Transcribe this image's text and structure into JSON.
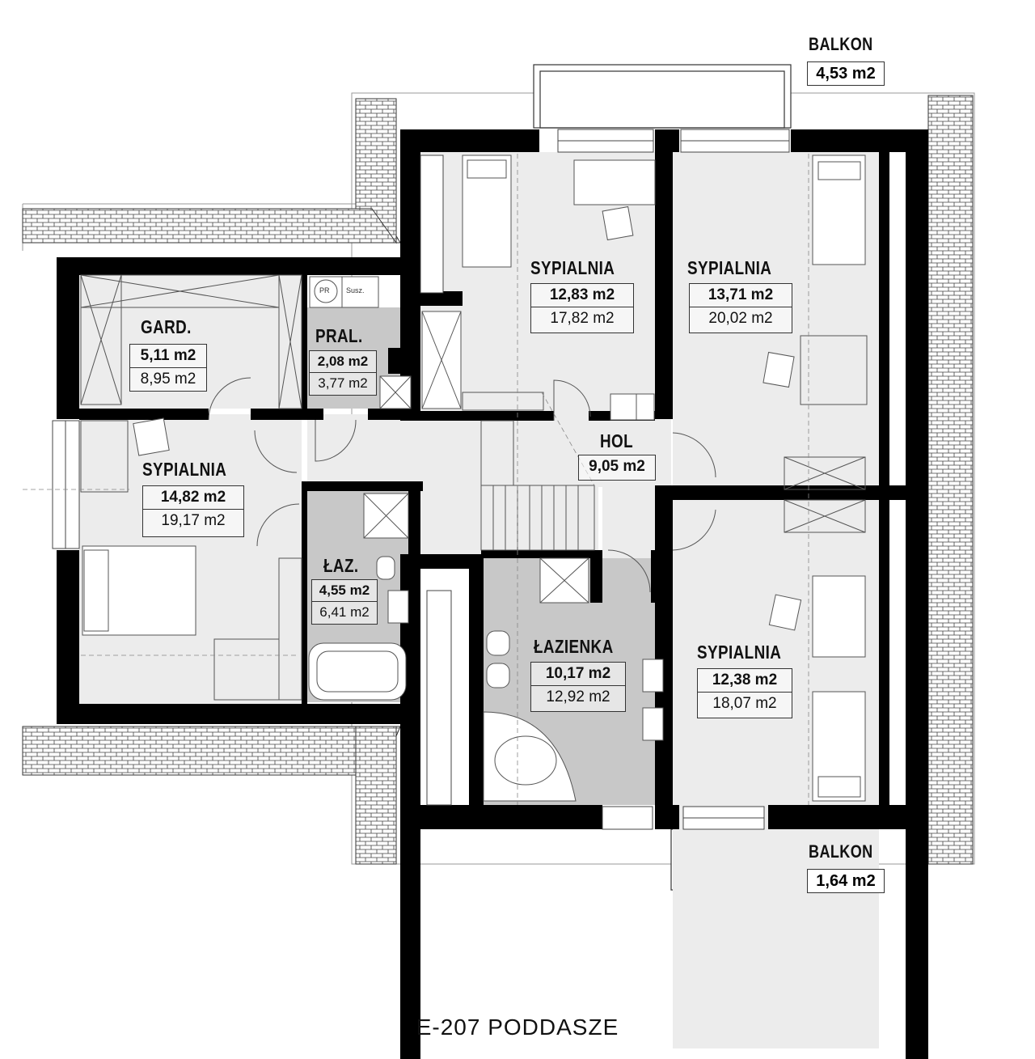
{
  "title": "E-207 PODDASZE",
  "rooms": {
    "gard": {
      "name": "GARD.",
      "net": "5,11 m2",
      "gross": "8,95 m2"
    },
    "pral": {
      "name": "PRAL.",
      "net": "2,08 m2",
      "gross": "3,77 m2"
    },
    "syp_tl": {
      "name": "SYPIALNIA",
      "net": "12,83 m2",
      "gross": "17,82 m2"
    },
    "syp_tr": {
      "name": "SYPIALNIA",
      "net": "13,71 m2",
      "gross": "20,02 m2"
    },
    "syp_l": {
      "name": "SYPIALNIA",
      "net": "14,82 m2",
      "gross": "19,17 m2"
    },
    "hol": {
      "name": "HOL",
      "net": "9,05 m2"
    },
    "laz": {
      "name": "ŁAZ.",
      "net": "4,55 m2",
      "gross": "6,41 m2"
    },
    "lazienka": {
      "name": "ŁAZIENKA",
      "net": "10,17 m2",
      "gross": "12,92 m2"
    },
    "syp_br": {
      "name": "SYPIALNIA",
      "net": "12,38 m2",
      "gross": "18,07 m2"
    }
  },
  "balconies": {
    "top": {
      "name": "BALKON",
      "area": "4,53 m2"
    },
    "bottom": {
      "name": "BALKON",
      "area": "1,64 m2"
    }
  },
  "appliances": {
    "pr": "PR",
    "susz": "Susz."
  },
  "colors": {
    "wall": "#000000",
    "wet_room": "#c8c8c8",
    "floor": "#eeeeee",
    "tile": "#dddddd"
  }
}
